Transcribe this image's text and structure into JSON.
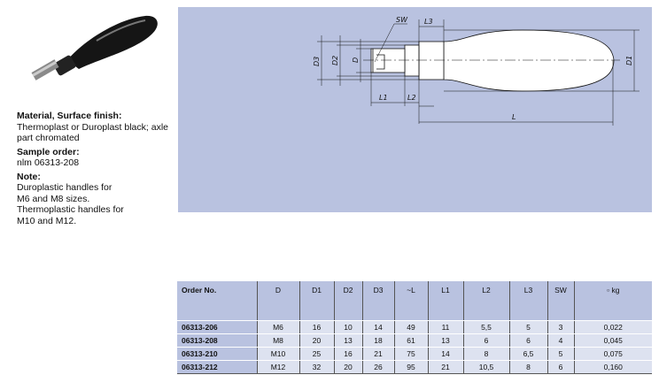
{
  "info": {
    "material_heading": "Material, Surface finish:",
    "material_text": "Thermoplast or Duroplast black; axle part chromated",
    "sample_heading": "Sample order:",
    "sample_text": "nlm 06313-208",
    "note_heading": "Note:",
    "note_lines": [
      "Duroplastic handles for",
      "M6 and M8 sizes.",
      "Thermoplastic handles for",
      "M10 and M12."
    ]
  },
  "drawing": {
    "labels": {
      "sw": "SW",
      "l3": "L3",
      "d3": "D3",
      "d2": "D2",
      "d": "D",
      "d1": "D1",
      "l1": "L1",
      "l2": "L2",
      "l": "L"
    }
  },
  "table": {
    "headers": [
      "Order No.",
      "D",
      "D1",
      "D2",
      "D3",
      "~L",
      "L1",
      "L2",
      "L3",
      "SW",
      "kg"
    ],
    "rows": [
      [
        "06313-206",
        "M6",
        "16",
        "10",
        "14",
        "49",
        "11",
        "5,5",
        "5",
        "3",
        "0,022"
      ],
      [
        "06313-208",
        "M8",
        "20",
        "13",
        "18",
        "61",
        "13",
        "6",
        "6",
        "4",
        "0,045"
      ],
      [
        "06313-210",
        "M10",
        "25",
        "16",
        "21",
        "75",
        "14",
        "8",
        "6,5",
        "5",
        "0,075"
      ],
      [
        "06313-212",
        "M12",
        "32",
        "20",
        "26",
        "95",
        "21",
        "10,5",
        "8",
        "6",
        "0,160"
      ]
    ]
  },
  "colors": {
    "panel": "#b9c2e0",
    "cell": "#dde2f0"
  }
}
